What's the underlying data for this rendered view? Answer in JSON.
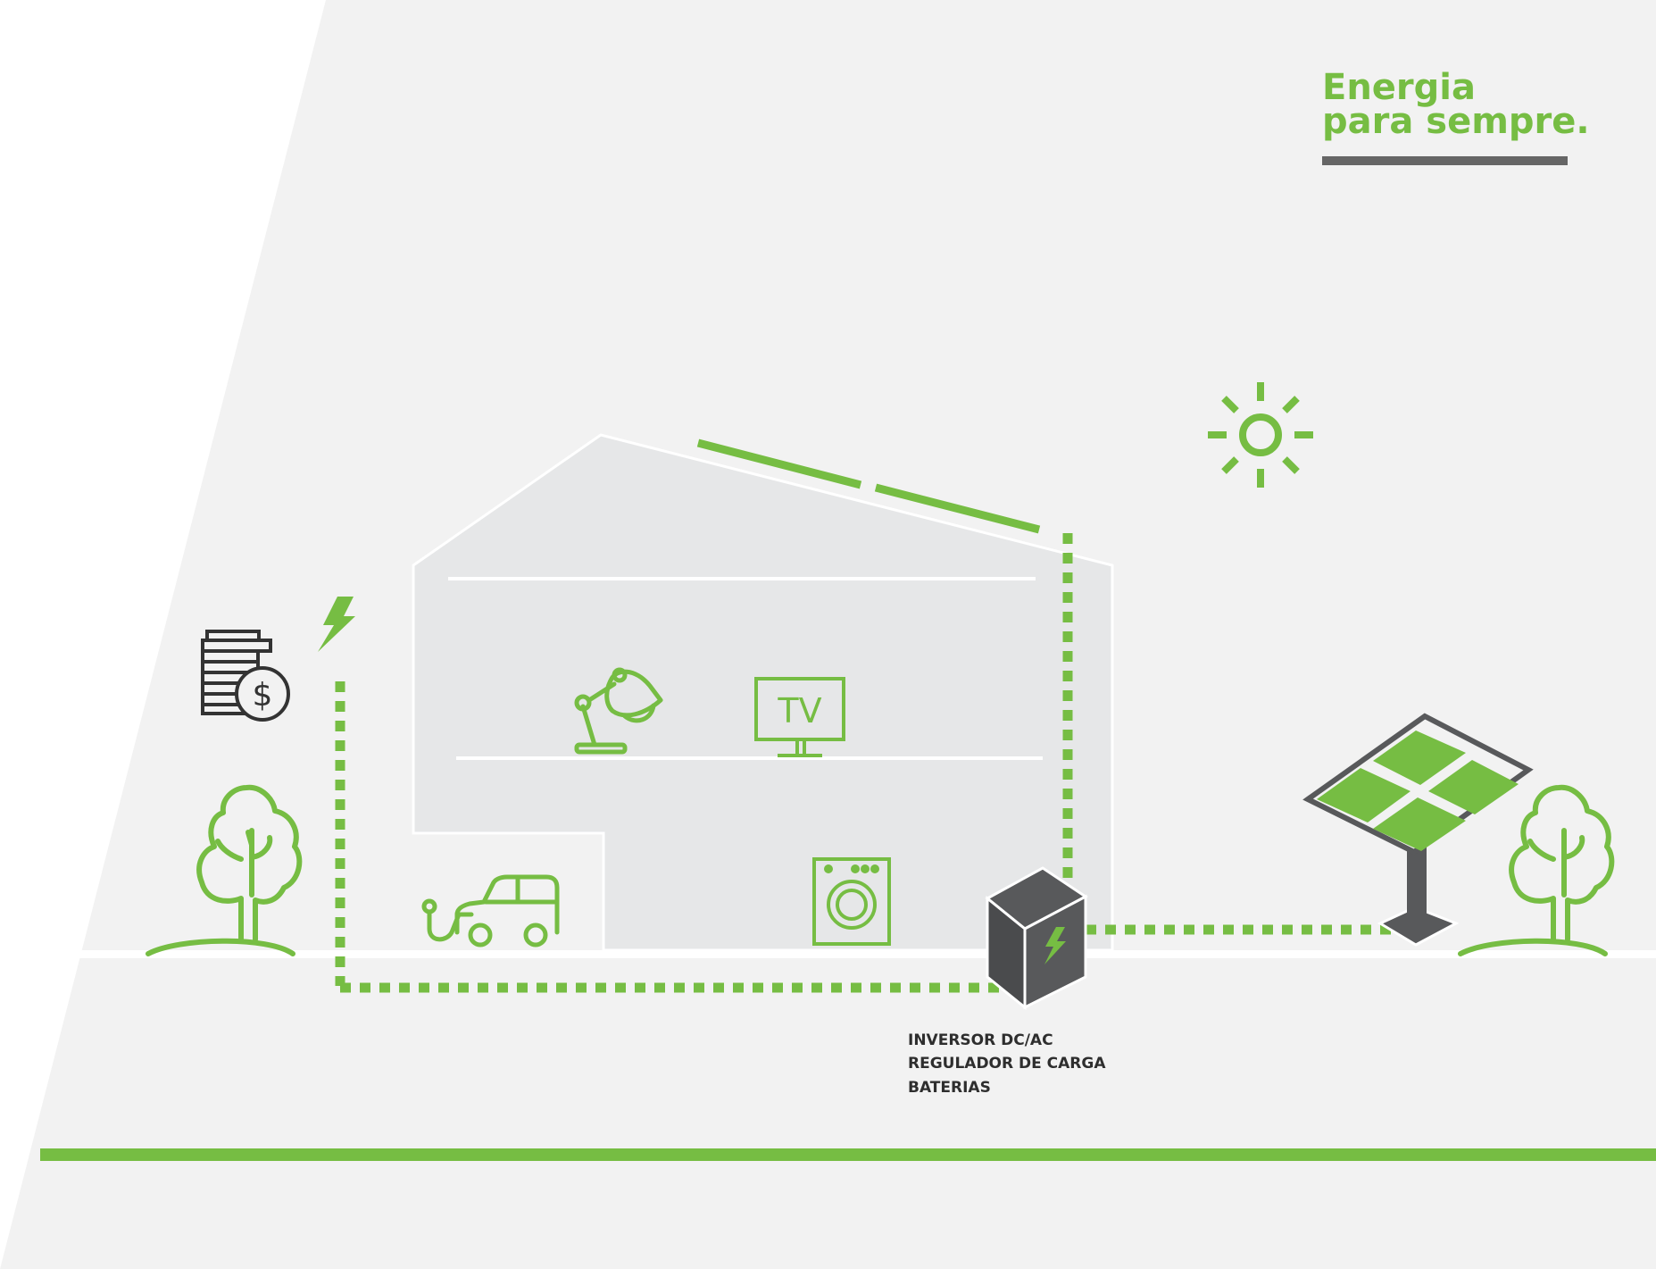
{
  "title": {
    "line1": "Energia",
    "line2": "para sempre."
  },
  "labels": {
    "equipment": [
      "INVERSOR DC/AC",
      "REGULADOR DE CARGA",
      "BATERIAS"
    ],
    "tv": "TV"
  },
  "icons": [
    "money-coins-icon",
    "lightning-icon",
    "tree-icon",
    "house-outline",
    "roof-solar-strip",
    "lamp-icon",
    "tv-icon",
    "car-charging-icon",
    "washing-machine-icon",
    "inverter-battery-box",
    "sun-icon",
    "solar-panel-icon"
  ],
  "colors": {
    "green": "#76bd43",
    "dark": "#58595b",
    "background": "#f2f2f2",
    "house": "#e6e7e8",
    "title_underline": "#666666"
  }
}
